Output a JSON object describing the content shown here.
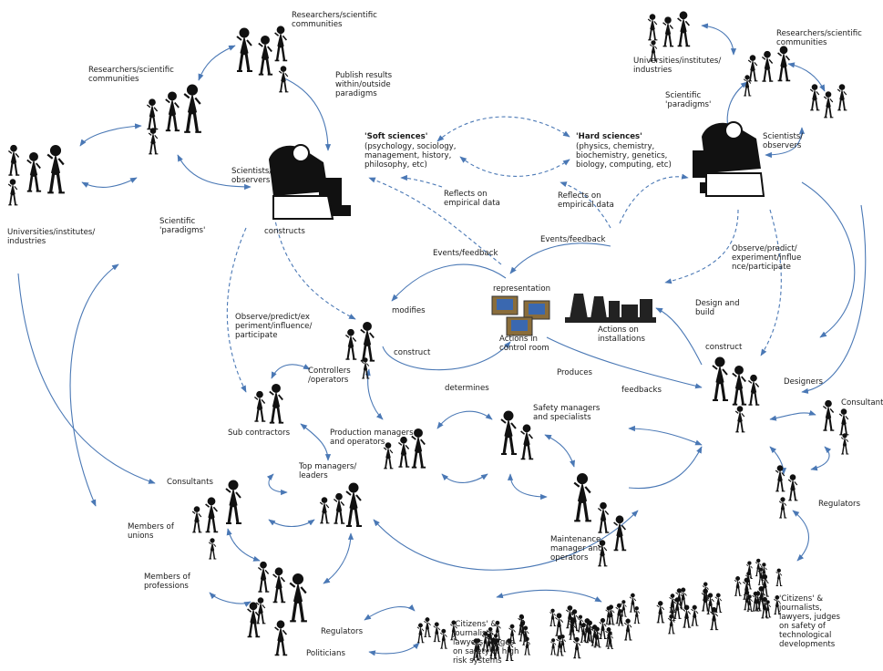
{
  "labels": {
    "researchers_top_center": "Researchers/scientific\ncommunities",
    "researchers_left": "Researchers/scientific\ncommunities",
    "researchers_right": "Researchers/scientific\ncommunities",
    "universities_left": "Universities/institutes/\nindustries",
    "universities_right": "Universities/institutes/\nindustries",
    "publish_results": "Publish results\nwithin/outside\nparadigms",
    "scientists_left": "Scientists/\nobservers",
    "scientists_right": "Scientists/\nobservers",
    "scientific_paradigms_left": "Scientific\n'paradigms'",
    "scientific_paradigms_right": "Scientific\n'paradigms'",
    "soft_sciences_title": "'Soft sciences'",
    "soft_sciences_body": "(psychology, sociology,\nmanagement, history,\nphilosophy, etc)",
    "hard_sciences_title": "'Hard sciences'",
    "hard_sciences_body": "(physics, chemistry,\nbiochemistry, genetics,\nbiology, computing, etc)",
    "reflects_left": "Reflects on\nempirical data",
    "reflects_right": "Reflects on\nempirical data",
    "constructs": "constructs",
    "events_feedback_left": "Events/feedback",
    "events_feedback_right": "Events/feedback",
    "observe_right": "Observe/predict/\nexperiment/influe\nnce/participate",
    "observe_left": "Observe/predict/ex\nperiment/influence/\nparticipate",
    "representation": "representation",
    "modifies": "modifies",
    "construct_center": "construct",
    "construct_right": "construct",
    "design_build": "Design and\nbuild",
    "actions_control_room": "Actions in\ncontrol room",
    "actions_installations": "Actions on\ninstallations",
    "controllers": "Controllers\n/operators",
    "produces": "Produces",
    "determines": "determines",
    "feedbacks": "feedbacks",
    "designers": "Designers",
    "consultants_right": "Consultants",
    "sub_contractors": "Sub contractors",
    "production_managers": "Production managers\nand operators",
    "safety_managers": "Safety managers\nand specialists",
    "top_managers": "Top managers/\nleaders",
    "consultants_left": "Consultants",
    "maintenance": "Maintenance\nmanager and\noperators",
    "regulators_right": "Regulators",
    "members_unions": "Members of\nunions",
    "members_professions": "Members of\nprofessions",
    "citizens_right": "'Citizens' &\njournalists,\nlawyers, judges\non safety of\ntechnological\ndevelopments",
    "regulators_bottom": "Regulators",
    "politicians": "Politicians",
    "citizens_bottom": "'Citizens' &\njournalists,\nlawyers, judges\non safety of high\nrisk systems"
  },
  "colors": {
    "arrow": "#4a78b5",
    "figure": "#111111",
    "text": "#1a1a1a"
  }
}
